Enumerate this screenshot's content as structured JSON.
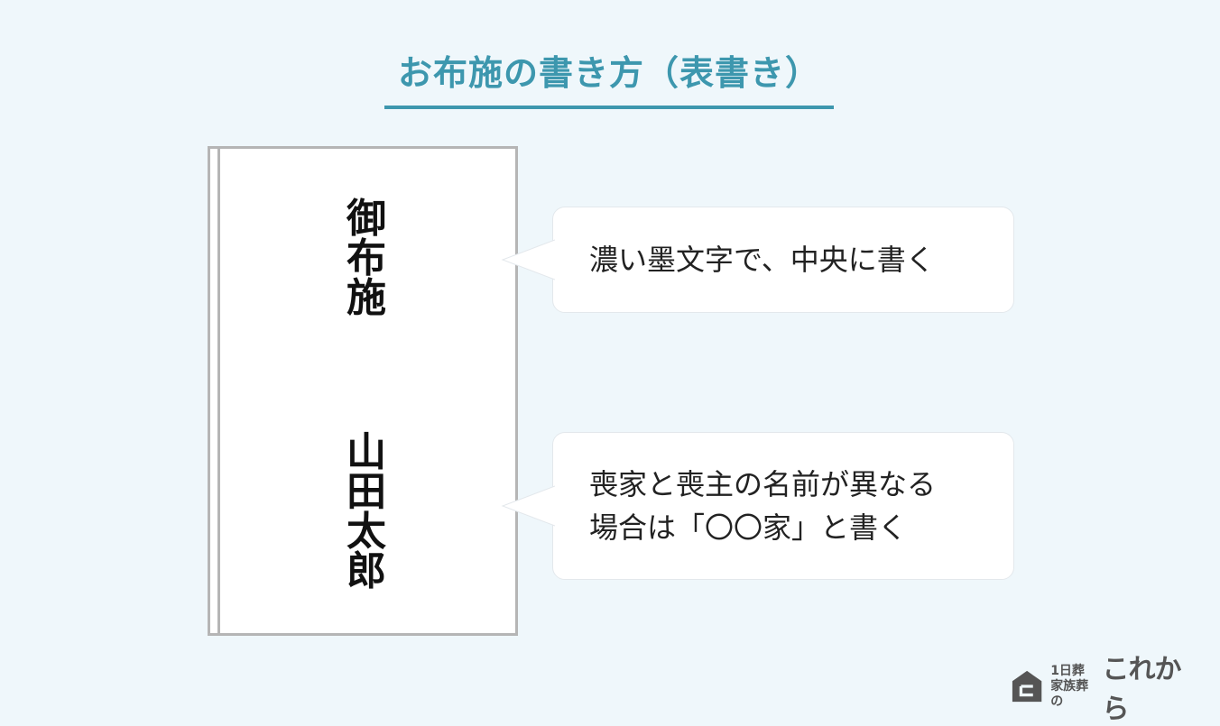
{
  "title": "お布施の書き方（表書き）",
  "envelope": {
    "heading_chars": [
      "御",
      "布",
      "施"
    ],
    "name_chars": [
      "山",
      "田",
      "太",
      "郎"
    ]
  },
  "callouts": [
    {
      "text": "濃い墨文字で、中央に書く"
    },
    {
      "text": "喪家と喪主の名前が異なる\n場合は「〇〇家」と書く"
    }
  ],
  "logo": {
    "line1": "1日葬",
    "line2": "家族葬の",
    "brand": "これから"
  },
  "colors": {
    "accent": "#3d97ae",
    "background": "#eff7fb",
    "envelope_border": "#b5b5b5"
  }
}
